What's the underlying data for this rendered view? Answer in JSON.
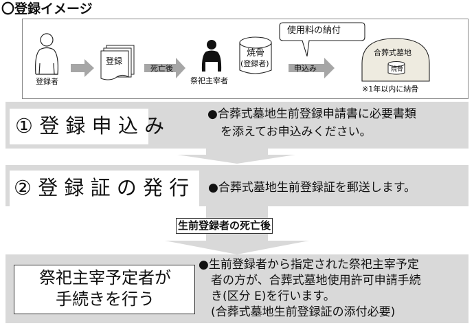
{
  "title": "〇登録イメージ",
  "image": {
    "registrant_label": "登録者",
    "document_label": "登録",
    "arrow_after_death": "死亡後",
    "officiant_label": "祭祀主宰者",
    "urn_line1": "焼骨",
    "urn_line2": "(登録者)",
    "fee_callout": "使用料の納付",
    "arrow_apply": "申込み",
    "tomb_label": "合葬式墓地",
    "tomb_urn_label": "焼骨",
    "note": "※1年以内に納骨"
  },
  "steps": [
    {
      "label": "① 登 録 申 込 み",
      "description_lines": [
        "●合葬式墓地生前登録申請書に必要書類",
        "を添えてお申込みください。"
      ]
    },
    {
      "label": "② 登 録 証 の 発 行",
      "description_lines": [
        "●合葬式墓地生前登録証を郵送します。"
      ]
    },
    {
      "label_lines": [
        "祭祀主宰予定者が",
        "手続きを行う"
      ],
      "description_lines": [
        "●生前登録者から指定された祭祀主宰予定",
        "者の方が、合葬式墓地使用許可申請手続",
        "き(区分 E)を行います。",
        "(合葬式墓地生前登録証の添付必要)"
      ]
    }
  ],
  "transition_label": "生前登録者の死亡後",
  "colors": {
    "band": "#d9d9d9",
    "arrow": "#a6a6a6",
    "tomb_fill": "#eeebe0"
  }
}
